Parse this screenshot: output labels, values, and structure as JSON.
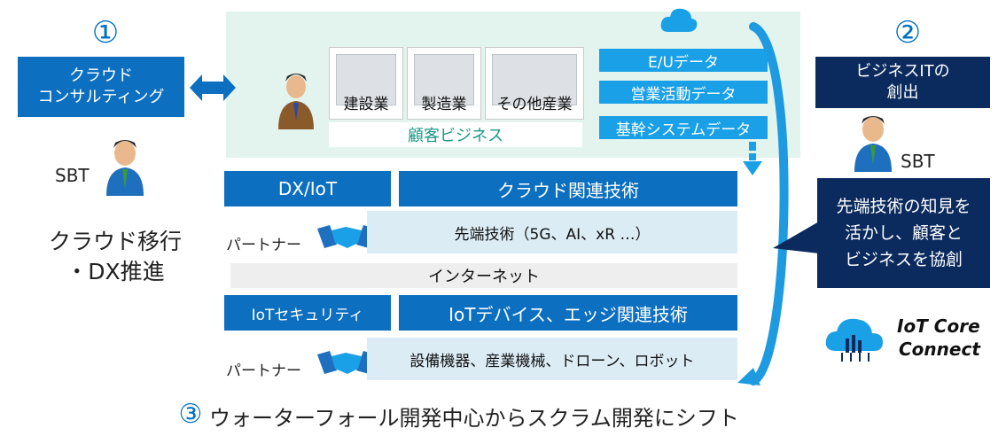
{
  "left": {
    "number": "①",
    "consulting_box": "クラウド\nコンサルティング",
    "sbt_label": "SBT",
    "migration_text": "クラウド移行\n・DX推進"
  },
  "customer_area": {
    "industries": [
      "建設業",
      "製造業",
      "その他産業"
    ],
    "business_label": "顧客ビジネス",
    "data_tabs": [
      "E/Uデータ",
      "営業活動データ",
      "基幹システムデータ"
    ]
  },
  "tech": {
    "dx_iot": "DX/IoT",
    "cloud_tech": "クラウド関連技術",
    "partner_label_1": "パートナー",
    "advanced_tech": "先端技術（5G、AI、xR …）",
    "internet": "インターネット",
    "iot_security": "IoTセキュリティ",
    "iot_devices": "IoTデバイス、エッジ関連技術",
    "partner_label_2": "パートナー",
    "equipment": "設備機器、産業機械、ドローン、ロボット"
  },
  "right": {
    "number": "②",
    "biz_it_box": "ビジネスITの\n創出",
    "sbt_label": "SBT",
    "knowledge_box": "先端技術の知見を\n活かし、顧客と\nビジネスを協創",
    "logo_line1": "IoT Core",
    "logo_line2": "Connect"
  },
  "bottom": {
    "number": "③",
    "text": "ウォーターフォール開発中心からスクラム開発にシフト"
  },
  "colors": {
    "blue": "#0c6fc0",
    "navy": "#0b2a5e",
    "light_blue": "#dcecf5",
    "mint": "#e3f4ef",
    "tab_blue": "#1aa0e6",
    "cycle_arrow": "#1e9ae0"
  }
}
